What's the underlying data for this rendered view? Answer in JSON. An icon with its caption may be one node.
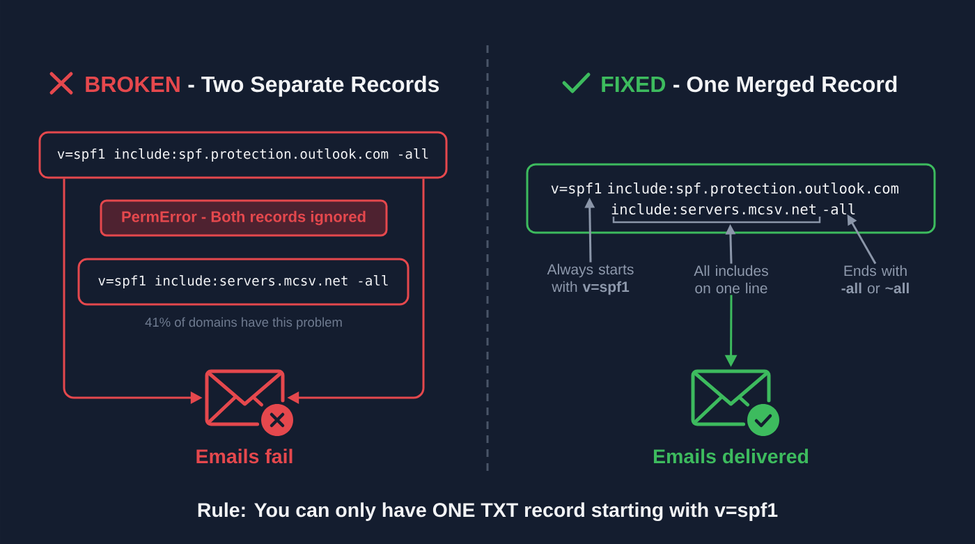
{
  "diagram": {
    "caption": "Rule: You can only have ONE TXT record starting with v=spf1",
    "nodes": [
      {
        "text": [
          "v=spf1 include:spf.protection.outlook.com -all"
        ]
      },
      {
        "text": [
          "PermError - Both records ignored"
        ]
      },
      {
        "text": [
          "v=spf1 include:servers.mcsv.net -all"
        ],
        "beside": [
          "41% of domains have this problem"
        ]
      },
      {
        "text": [],
        "shape": "picture",
        "beside": [
          "Emails fail"
        ]
      },
      {
        "text": [
          "v=spf1 include:spf.protection.outlook.com include:servers.mcsv.net -all"
        ]
      },
      {
        "text": [
          "Always starts with **v=spf1**"
        ]
      },
      {
        "text": [
          "All includes on one line"
        ]
      },
      {
        "text": [
          "Ends with **-all** or **~all**"
        ]
      },
      {
        "text": [],
        "shape": "picture",
        "beside": [
          "Emails delivered"
        ]
      }
    ],
    "edges": [
      {
        "from": 0,
        "to": 3,
        "arrow": "to",
        "color": "#e5484d"
      },
      {
        "from": 0,
        "to": 3,
        "arrow": "to",
        "color": "#e5484d"
      },
      {
        "from": 5,
        "to": 4,
        "arrow": "to"
      },
      {
        "from": 6,
        "to": 4,
        "arrow": "to"
      },
      {
        "from": 7,
        "to": 4,
        "arrow": "to"
      },
      {
        "from": 6,
        "to": 8,
        "arrow": "to",
        "color": "#3dbb5e"
      }
    ],
    "labels": [
      "BROKEN",
      "- Two Separate Records",
      "FIXED",
      "- One Merged Record"
    ]
  }
}
